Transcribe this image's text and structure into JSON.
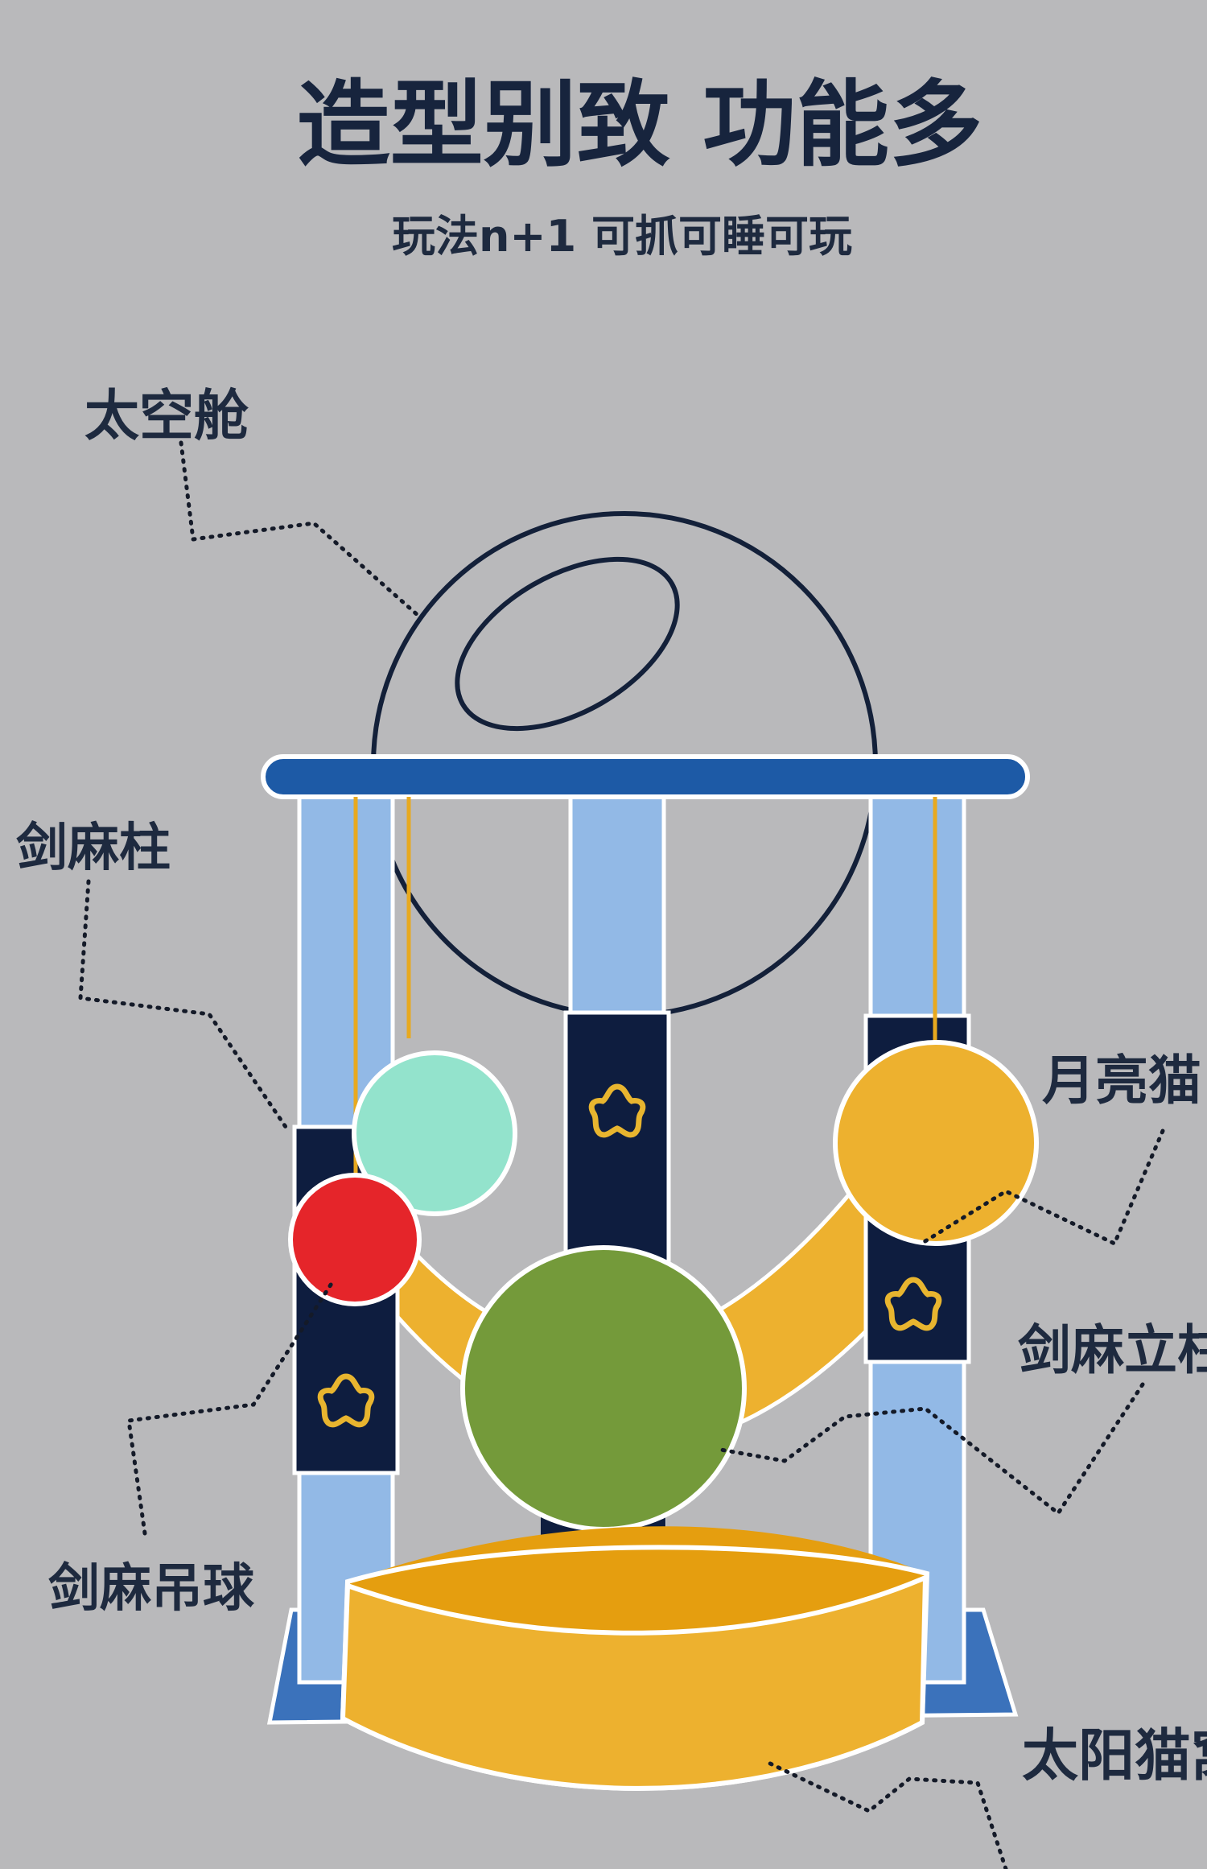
{
  "header": {
    "title": "造型别致 功能多",
    "subtitle": "玩法n+1 可抓可睡可玩"
  },
  "labels": {
    "capsule": "太空舱",
    "sisal_post": "剑麻柱",
    "moon_bed": "月亮猫",
    "sisal_column": "剑麻立柱",
    "hanging_ball": "剑麻吊球",
    "sun_bed": "太阳猫窝"
  },
  "colors": {
    "background": "#b9b9bb",
    "navy": "#0e1d3f",
    "light_blue": "#92b9e6",
    "blue_bar": "#1d5aa6",
    "yellow": "#edb12f",
    "mint": "#93e3cc",
    "red": "#e5252a",
    "green": "#749a3a"
  },
  "icons": [
    "star-icon",
    "star-icon",
    "star-icon"
  ]
}
